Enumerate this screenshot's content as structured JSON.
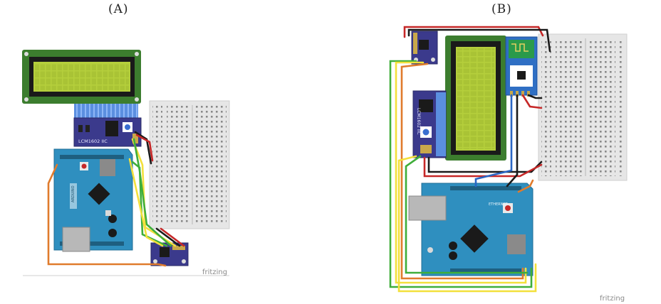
{
  "panels": {
    "a": {
      "label": "(A)"
    },
    "b": {
      "label": "(B)"
    }
  },
  "components": {
    "lcd_module_text": "LCM1602 IIC",
    "arduino_text": "ARDUINO",
    "ethernet_text": "ETHERNET",
    "watermark": "fritzing"
  },
  "colors": {
    "breadboard": "#e8e8e8",
    "lcd_screen": "#b5cf3c",
    "lcd_frame": "#1a1a1a",
    "lcd_pcb": "#3c7d2e",
    "arduino_board": "#2f8fbf",
    "i2c_module": "#3b3a8c",
    "wire_red": "#c62828",
    "wire_black": "#1a1a1a",
    "wire_yellow": "#f3e03c",
    "wire_green": "#3fae3a",
    "wire_orange": "#e07b2c",
    "wire_blue": "#2a66c4"
  }
}
